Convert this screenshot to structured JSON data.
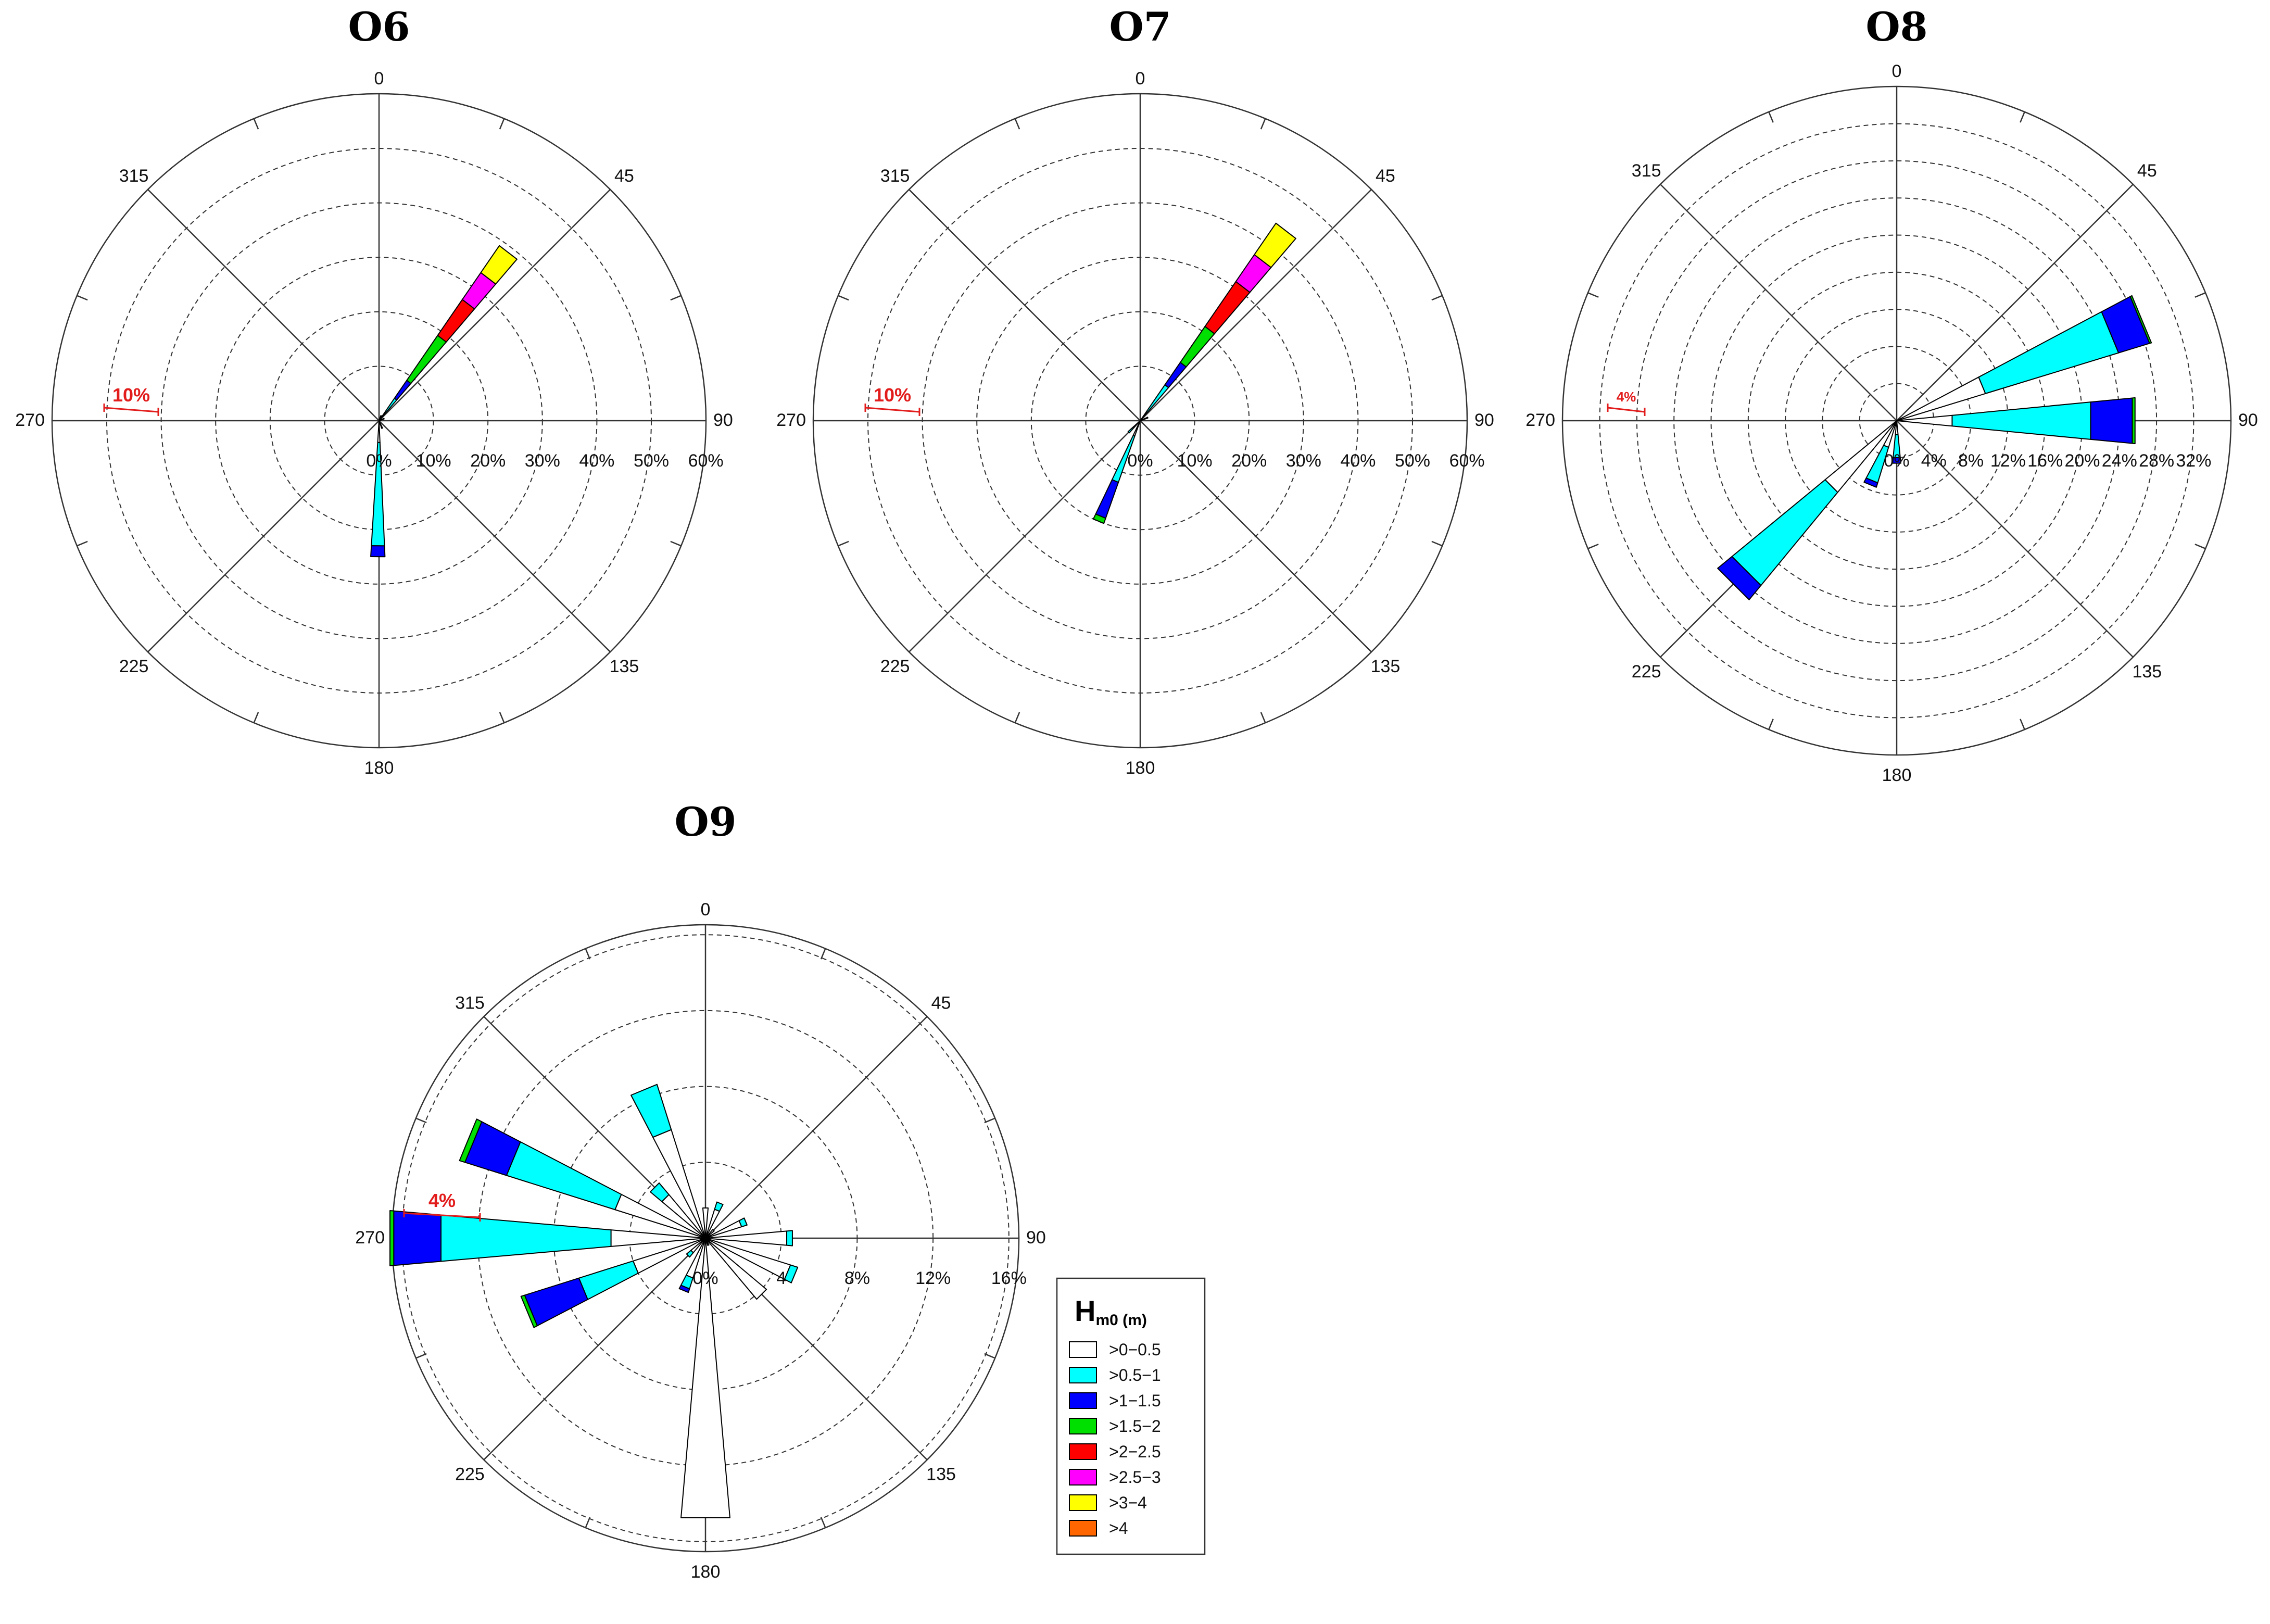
{
  "chart_data": [
    {
      "type": "polar-stacked-bar",
      "title": "O6",
      "directions_deg": [
        0,
        45,
        90,
        135,
        180,
        225,
        270,
        315
      ],
      "radial_ticks": [
        "0%",
        "10%",
        "20%",
        "30%",
        "40%",
        "50%",
        "60%"
      ],
      "radial_max": 60,
      "scale_marker": "10%",
      "bars": [
        {
          "dir": 22.5,
          "stack": [
            0.5,
            0.5
          ]
        },
        {
          "dir": 37.5,
          "stack": [
            1.0,
            4.0,
            4.0,
            10.0,
            8.0,
            6.0,
            6.0
          ]
        },
        {
          "dir": 67.5,
          "stack": [
            0.5,
            0.5
          ]
        },
        {
          "dir": 157.5,
          "stack": [
            0.5,
            1.0
          ]
        },
        {
          "dir": 180.5,
          "stack": [
            4.0,
            19.0,
            2.0
          ]
        }
      ]
    },
    {
      "type": "polar-stacked-bar",
      "title": "O7",
      "directions_deg": [
        0,
        45,
        90,
        135,
        180,
        225,
        270,
        315
      ],
      "radial_ticks": [
        "0%",
        "10%",
        "20%",
        "30%",
        "40%",
        "50%",
        "60%"
      ],
      "radial_max": 60,
      "scale_marker": "10%",
      "bars": [
        {
          "dir": 37.5,
          "stack": [
            2.0,
            6.0,
            5.0,
            8.0,
            10.0,
            6.0,
            7.0
          ]
        },
        {
          "dir": 67.5,
          "stack": [
            0.5,
            1.0
          ]
        },
        {
          "dir": 202.5,
          "stack": [
            3.0,
            9.0,
            7.0,
            1.0
          ]
        },
        {
          "dir": 225,
          "stack": [
            1.0,
            2.0
          ]
        }
      ]
    },
    {
      "type": "polar-stacked-bar",
      "title": "O8",
      "directions_deg": [
        0,
        45,
        90,
        135,
        180,
        225,
        270,
        315
      ],
      "radial_ticks": [
        "0%",
        "4%",
        "8%",
        "12%",
        "16%",
        "20%",
        "24%",
        "28%",
        "32%"
      ],
      "radial_max": 32,
      "scale_marker": "4%",
      "bars": [
        {
          "dir": 67.5,
          "stack": [
            10.0,
            15.0,
            3.5,
            0.2
          ]
        },
        {
          "dir": 90,
          "stack": [
            6.0,
            15.0,
            4.5,
            0.3
          ]
        },
        {
          "dir": 180,
          "stack": [
            1.5,
            2.5,
            0.6
          ]
        },
        {
          "dir": 202.5,
          "stack": [
            3.0,
            4.0,
            0.5
          ]
        },
        {
          "dir": 225,
          "stack": [
            10.0,
            13.0,
            2.0
          ]
        }
      ]
    },
    {
      "type": "polar-stacked-bar",
      "title": "O9",
      "directions_deg": [
        0,
        45,
        90,
        135,
        180,
        225,
        270,
        315
      ],
      "radial_ticks": [
        "0%",
        "4",
        "8%",
        "12%",
        "16%"
      ],
      "radial_max": 16,
      "scale_marker": "4%",
      "bars": [
        {
          "dir": 0,
          "stack": [
            1.6
          ]
        },
        {
          "dir": 22.5,
          "stack": [
            1.6,
            0.4
          ]
        },
        {
          "dir": 45,
          "stack": [
            0.6
          ]
        },
        {
          "dir": 67.5,
          "stack": [
            2.0,
            0.3
          ]
        },
        {
          "dir": 90,
          "stack": [
            4.3,
            0.3
          ]
        },
        {
          "dir": 112.5,
          "stack": [
            4.7,
            0.4
          ]
        },
        {
          "dir": 135,
          "stack": [
            4.2
          ]
        },
        {
          "dir": 157.5,
          "stack": [
            0.4
          ]
        },
        {
          "dir": 180,
          "stack": [
            14.8
          ]
        },
        {
          "dir": 202.5,
          "stack": [
            2.2,
            0.6,
            0.2
          ]
        },
        {
          "dir": 225,
          "stack": [
            1.0,
            0.3
          ]
        },
        {
          "dir": 247.5,
          "stack": [
            4.0,
            3.0,
            3.0,
            0.2
          ]
        },
        {
          "dir": 270,
          "stack": [
            5.0,
            9.0,
            2.5,
            0.2
          ]
        },
        {
          "dir": 292.5,
          "stack": [
            5.0,
            6.0,
            2.3,
            0.3
          ]
        },
        {
          "dir": 315,
          "stack": [
            3.0,
            0.8
          ]
        },
        {
          "dir": 337.5,
          "stack": [
            6.0,
            2.5
          ]
        }
      ]
    }
  ],
  "legend": {
    "title_main": "H",
    "title_sub": "m0 (m)",
    "classes": [
      {
        "label": ">0−0.5",
        "color": "#ffffff"
      },
      {
        "label": ">0.5−1",
        "color": "#00ffff"
      },
      {
        "label": ">1−1.5",
        "color": "#0000ff"
      },
      {
        "label": ">1.5−2",
        "color": "#00e000"
      },
      {
        "label": ">2−2.5",
        "color": "#ff0000"
      },
      {
        "label": ">2.5−3",
        "color": "#ff00ff"
      },
      {
        "label": ">3−4",
        "color": "#ffff00"
      },
      {
        "label": ">4",
        "color": "#ff6600"
      }
    ]
  }
}
